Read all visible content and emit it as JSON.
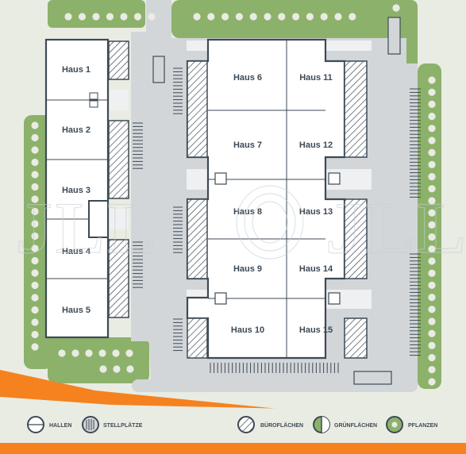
{
  "buildings": [
    {
      "id": "haus-1",
      "label": "Haus 1"
    },
    {
      "id": "haus-2",
      "label": "Haus 2"
    },
    {
      "id": "haus-3",
      "label": "Haus 3"
    },
    {
      "id": "haus-4",
      "label": "Haus 4"
    },
    {
      "id": "haus-5",
      "label": "Haus 5"
    },
    {
      "id": "haus-6",
      "label": "Haus 6"
    },
    {
      "id": "haus-7",
      "label": "Haus 7"
    },
    {
      "id": "haus-8",
      "label": "Haus 8"
    },
    {
      "id": "haus-9",
      "label": "Haus 9"
    },
    {
      "id": "haus-10",
      "label": "Haus 10"
    },
    {
      "id": "haus-11",
      "label": "Haus 11"
    },
    {
      "id": "haus-12",
      "label": "Haus 12"
    },
    {
      "id": "haus-13",
      "label": "Haus 13"
    },
    {
      "id": "haus-14",
      "label": "Haus 14"
    },
    {
      "id": "haus-15",
      "label": "Haus 15"
    }
  ],
  "legend": {
    "hallen": "HALLEN",
    "stellplaetze": "STELLPLÄTZE",
    "bueroflaechen": "BÜROFLÄCHEN",
    "gruenflaechen": "GRÜNFLÄCHEN",
    "pflanzen": "PFLANZEN"
  },
  "watermark": "JLL",
  "colors": {
    "green": "#8cb16b",
    "road": "#d3d6d9",
    "building": "#ffffff",
    "outline": "#3d4a55",
    "orange": "#f5821f",
    "background": "#e9ece2"
  }
}
